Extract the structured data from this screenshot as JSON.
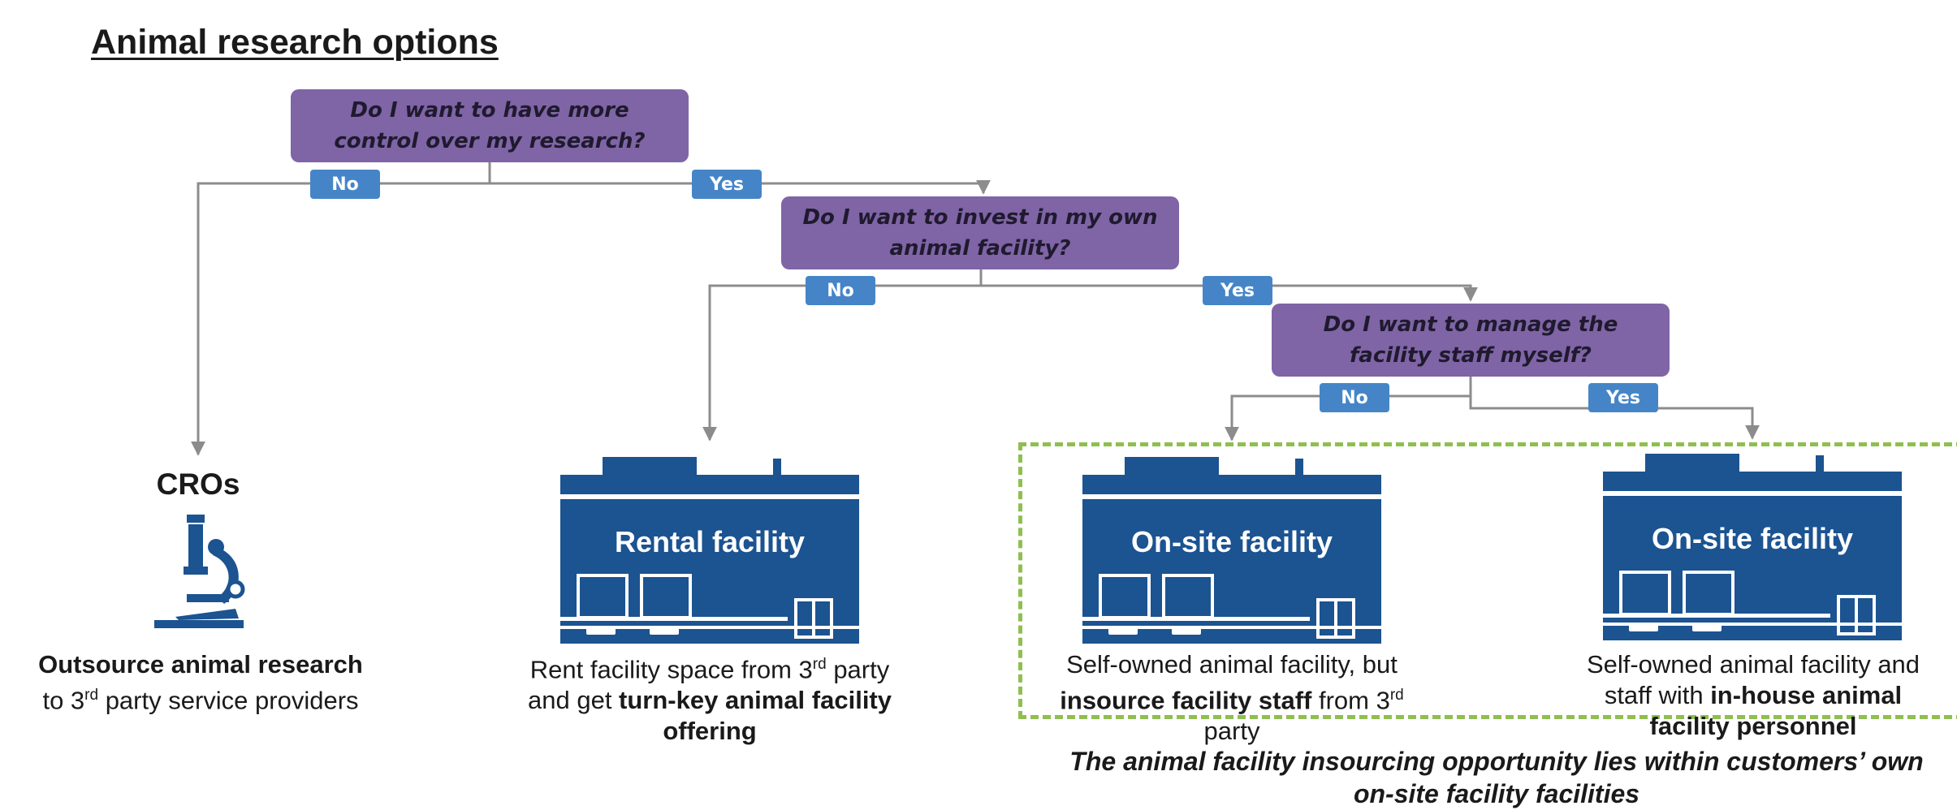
{
  "title": "Animal research options",
  "questions": {
    "q1": "Do I want to have more control over my research?",
    "q2": "Do I want to invest in my own animal facility?",
    "q3": "Do I want to manage the facility staff myself?"
  },
  "answers": {
    "no": "No",
    "yes": "Yes"
  },
  "options": {
    "cros": {
      "label": "CROs",
      "desc_bold": "Outsource animal research",
      "desc_line2_pre": "to 3",
      "desc_line2_sup": "rd",
      "desc_line2_post": " party service providers"
    },
    "rental": {
      "label": "Rental facility",
      "desc_pre": "Rent facility space from 3",
      "desc_sup": "rd",
      "desc_mid": " party and get ",
      "desc_bold": "turn-key animal facility offering"
    },
    "onsite_outsourced": {
      "label": "On-site facility",
      "desc_pre": "Self-owned animal facility, but ",
      "desc_bold": "insource facility staff",
      "desc_mid": " from 3",
      "desc_sup": "rd",
      "desc_post": " party"
    },
    "onsite_inhouse": {
      "label": "On-site facility",
      "desc_pre": "Self-owned animal facility and staff with ",
      "desc_bold": "in-house animal facility personnel"
    }
  },
  "bottom_note": "The animal facility insourcing opportunity lies within customers’ own on-site facility facilities",
  "colors": {
    "question_fill": "#7f64a6",
    "answer_tag": "#4585c7",
    "building": "#1c5391",
    "connector": "#8c8c8c",
    "highlight_border": "#8fbf4f"
  }
}
